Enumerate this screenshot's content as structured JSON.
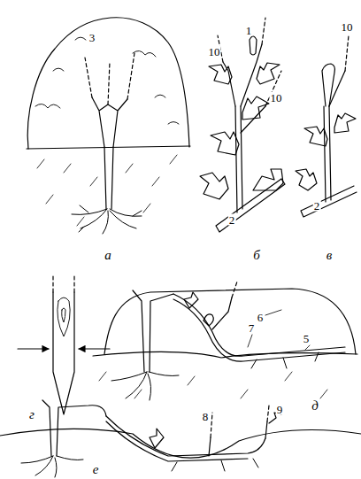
{
  "diagram": {
    "labels": [
      "3",
      "10",
      "1",
      "10",
      "10",
      "2",
      "2",
      "а",
      "б",
      "в",
      "6",
      "7",
      "5",
      "г",
      "д",
      "8",
      "9",
      "е"
    ]
  }
}
